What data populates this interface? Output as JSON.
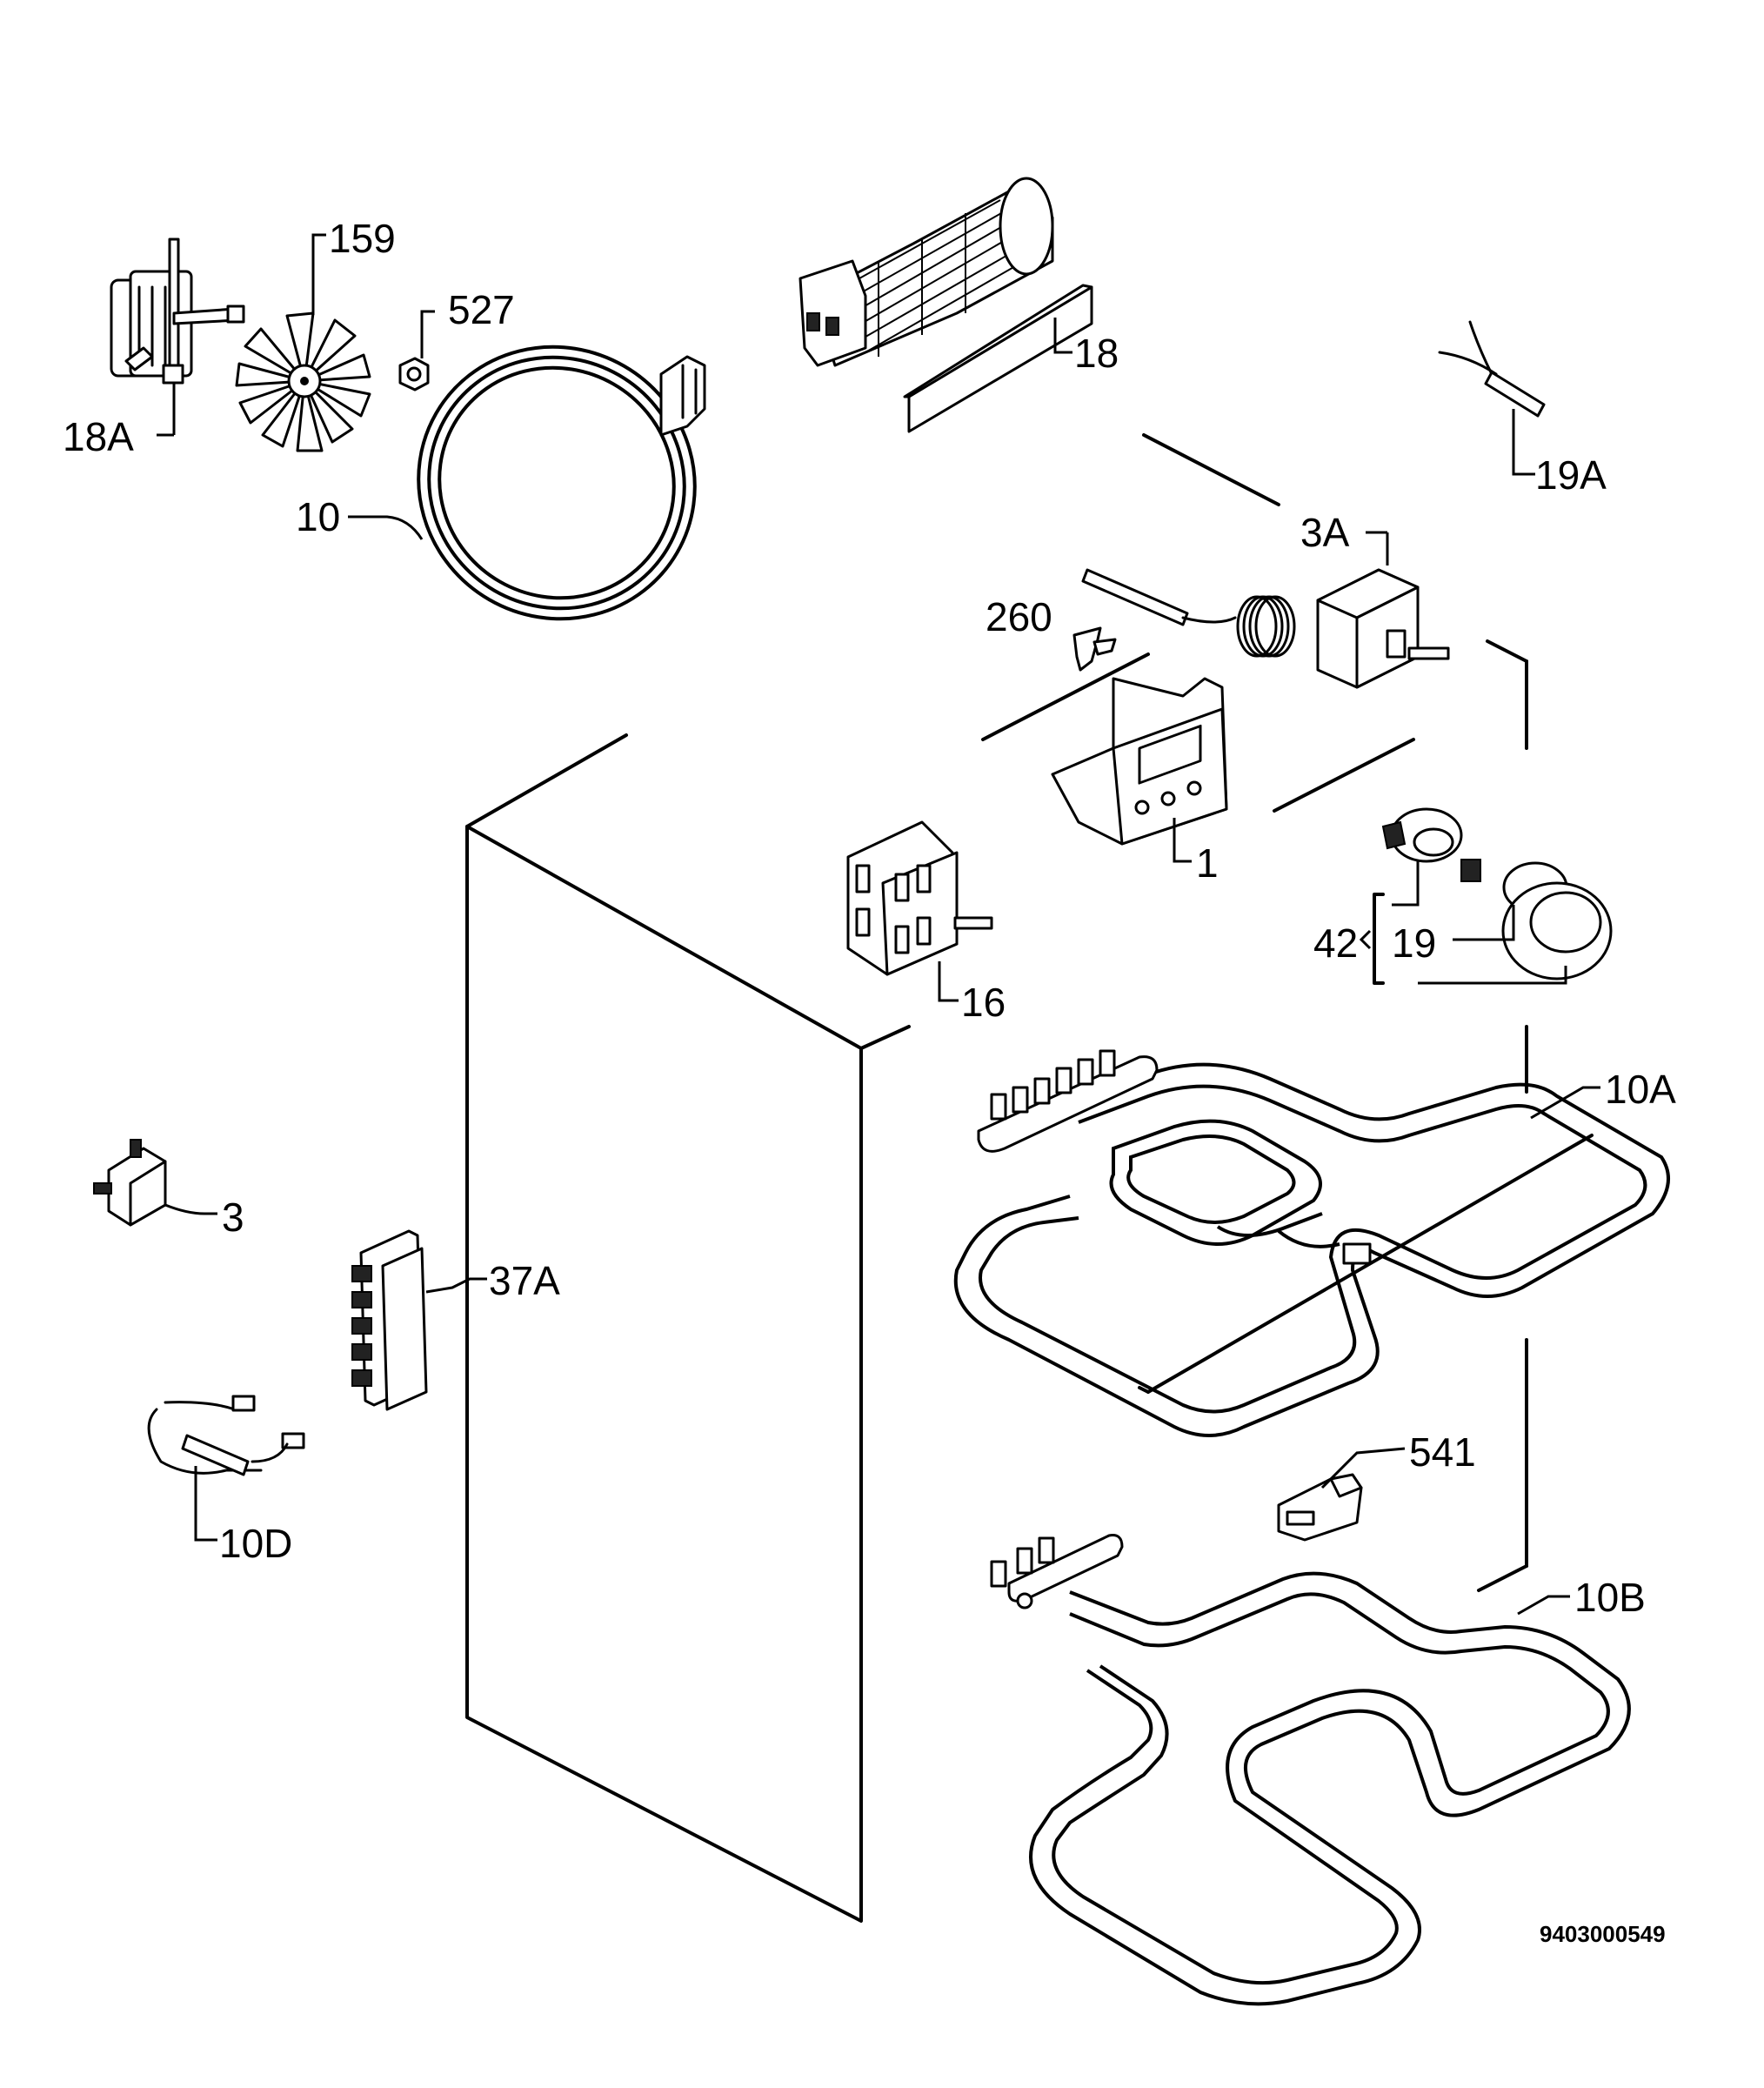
{
  "drawing_number": "9403000549",
  "labels": {
    "fan_motor": "18A",
    "fan_blade": "159",
    "nut": "527",
    "circular_element": "10",
    "tangential_fan": "18",
    "sensor": "19A",
    "thermostat": "3A",
    "clip": "260",
    "timer": "1",
    "selector_switch": "16",
    "lamp_group": "42",
    "lamp": "19",
    "grill_element": "10A",
    "switch": "3",
    "terminal_block": "37A",
    "thermal_fuse": "10D",
    "bracket": "541",
    "bottom_element": "10B"
  }
}
